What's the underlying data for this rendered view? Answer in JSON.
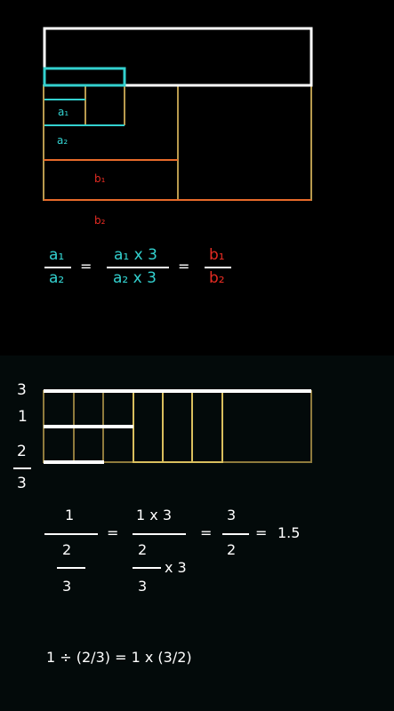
{
  "top": {
    "diagram_labels": {
      "a1": "a₁",
      "a2": "a₂",
      "b1": "b₁",
      "b2": "b₂"
    },
    "equation": {
      "lhs_num": "a₁",
      "lhs_den": "a₂",
      "eq1": "=",
      "mid_num": "a₁ x 3",
      "mid_den": "a₂ x 3",
      "eq2": "=",
      "rhs_num": "b₁",
      "rhs_den": "b₂"
    }
  },
  "bottom": {
    "bar_labels": {
      "three": "3",
      "one": "1",
      "two_thirds_num": "2",
      "two_thirds_den": "3"
    },
    "equation": {
      "num1": "1",
      "den1_num": "2",
      "den1_den": "3",
      "eq1": "=",
      "num2": "1 x 3",
      "den2_num": "2",
      "den2_den": "3",
      "den2_mult": "x 3",
      "eq2": "=",
      "num3": "3",
      "den3": "2",
      "eq3": "=",
      "result": "1.5"
    },
    "identity": "1 ÷ (2/3) = 1 x (3/2)"
  },
  "colors": {
    "cyan": "#33d1cf",
    "red": "#e32b22",
    "white": "#ffffff",
    "gold": "#b89a4e",
    "bright_gold": "#d9bf5e"
  }
}
